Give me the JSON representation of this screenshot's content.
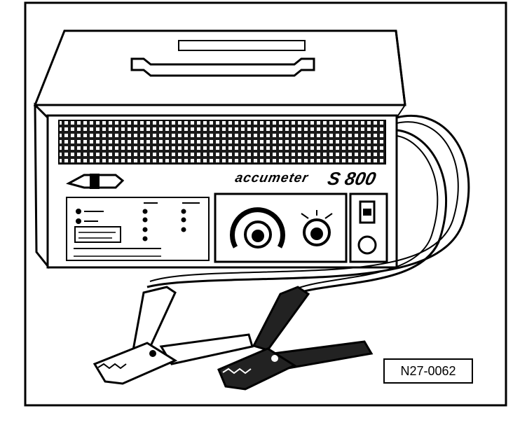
{
  "figure": {
    "reference_code": "N27-0062",
    "device_brand_text": "accumeter",
    "device_model_text": "S 800",
    "colors": {
      "ink": "#000000",
      "paper": "#ffffff",
      "vent": "#1a1a1a"
    }
  }
}
